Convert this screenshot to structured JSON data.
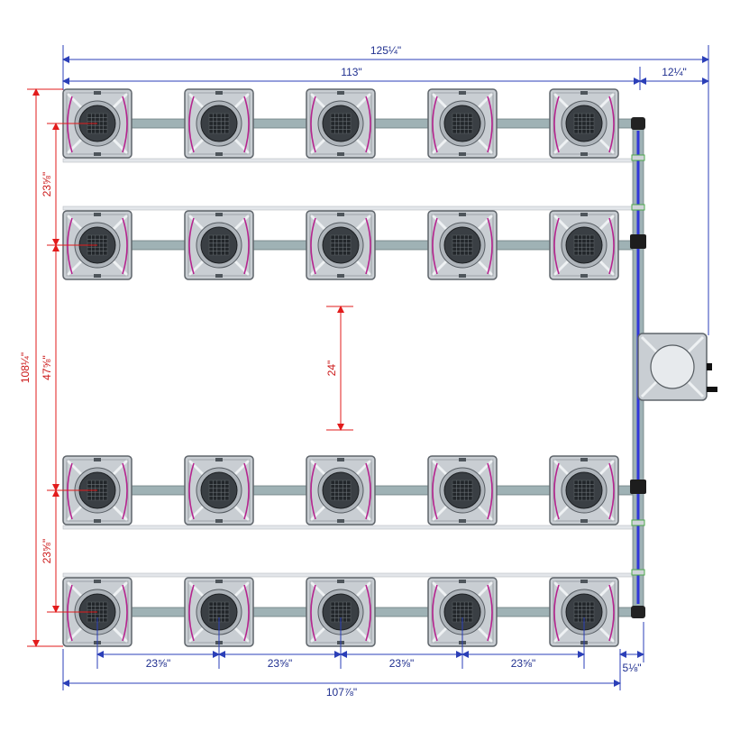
{
  "colors": {
    "dim_blue": "#2b3fb8",
    "dim_red": "#e21b1b",
    "pipe": "#9fb2b5",
    "tray_border": "#5f656b",
    "tray_fill": "#c9ced3",
    "pot": "#3a3f44",
    "tube_pink": "#b5258f",
    "feed_line_blue": "#2f36d8"
  },
  "labels": {
    "overall_width": "125¼\"",
    "tray_row_width": "113\"",
    "reservoir_offset": "12¼\"",
    "overall_height": "108¼\"",
    "row_spacing_top": "23⅝\"",
    "middle_gap": "47⅝\"",
    "row_spacing_bottom": "23⅝\"",
    "center_gap": "24\"",
    "bottom_spacing": [
      "23⅝\"",
      "23⅝\"",
      "23⅝\"",
      "23⅝\""
    ],
    "bottom_total": "107⅞\"",
    "pipe_offset": "5⅛\""
  },
  "icons": {
    "tray": "square-tray",
    "pot": "net-pot-icon",
    "reservoir": "reservoir-tank-icon"
  }
}
